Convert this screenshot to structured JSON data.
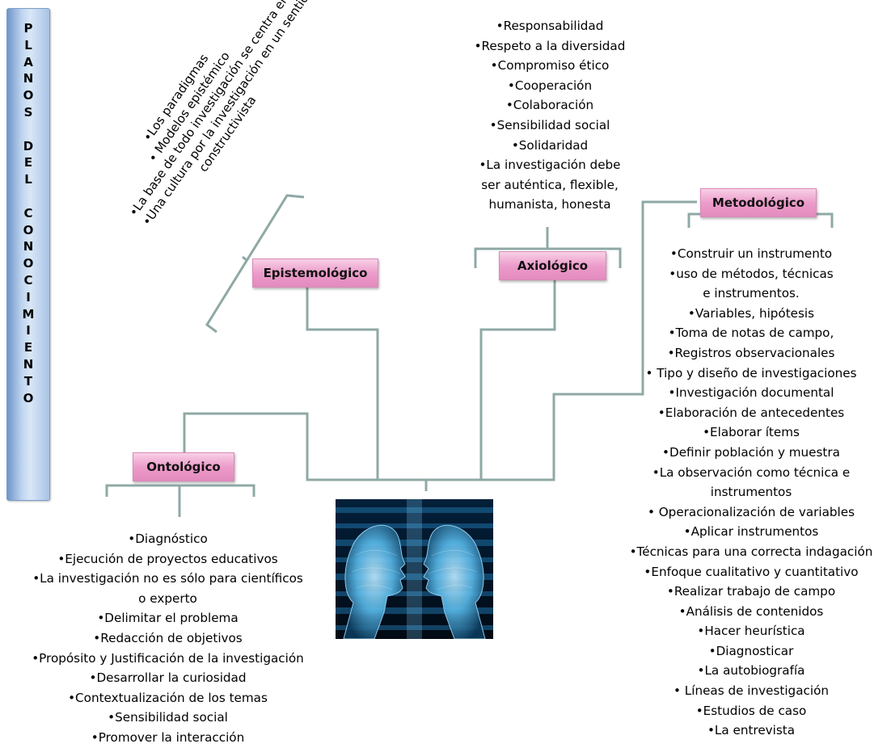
{
  "side_title": {
    "words": [
      "PLANOS",
      "DEL",
      "CONOCIMIENTO"
    ]
  },
  "planes": {
    "epistemologico": {
      "label": "Epistemológico",
      "items": [
        "•Los paradigmas",
        "• Modelos epistémico",
        "•La base de todo investigación se centra en un patrón",
        "•Una cultura por la investigación en un sentido",
        "constructivista"
      ]
    },
    "axiologico": {
      "label": "Axiológico",
      "items": [
        "•Responsabilidad",
        "•Respeto a la diversidad",
        "•Compromiso ético",
        "•Cooperación",
        "•Colaboración",
        "•Sensibilidad social",
        "•Solidaridad",
        "•La investigación debe",
        "ser auténtica, flexible,",
        "humanista, honesta"
      ]
    },
    "metodologico": {
      "label": "Metodológico",
      "items": [
        "•Construir un instrumento",
        "•uso de métodos, técnicas",
        "e instrumentos.",
        "•Variables, hipótesis",
        "•Toma de notas de campo,",
        "•Registros observacionales",
        "•  Tipo y diseño de investigaciones",
        "•Investigación documental",
        "•Elaboración de antecedentes",
        "•Elaborar ítems",
        "•Definir población y muestra",
        "•La observación como técnica e",
        "instrumentos",
        "•  Operacionalización de variables",
        "•Aplicar instrumentos",
        "•Técnicas para una correcta indagación",
        "•Enfoque cualitativo y cuantitativo",
        "•Realizar trabajo de campo",
        "•Análisis de contenidos",
        "•Hacer heurística",
        "•Diagnosticar",
        "•La autobiografía",
        "•   Líneas de investigación",
        "•Estudios de caso",
        "•La entrevista"
      ]
    },
    "ontologico": {
      "label": "Ontológico",
      "items": [
        "•Diagnóstico",
        "•Ejecución de proyectos educativos",
        "•La investigación no es sólo para científicos",
        "o experto",
        "•Delimitar el problema",
        "•Redacción de objetivos",
        "•Propósito y Justificación de la investigación",
        "•Desarrollar la curiosidad",
        "•Contextualización de los temas",
        "•Sensibilidad social",
        "•Promover la interacción"
      ]
    }
  },
  "colors": {
    "connector": "#8fa9a5",
    "label_fill": "#ec9cca",
    "side_bar": "#bfd5ef",
    "photo_glow": "#58b8e8"
  },
  "icons": {
    "center_image": "two-heads-facing-image"
  }
}
